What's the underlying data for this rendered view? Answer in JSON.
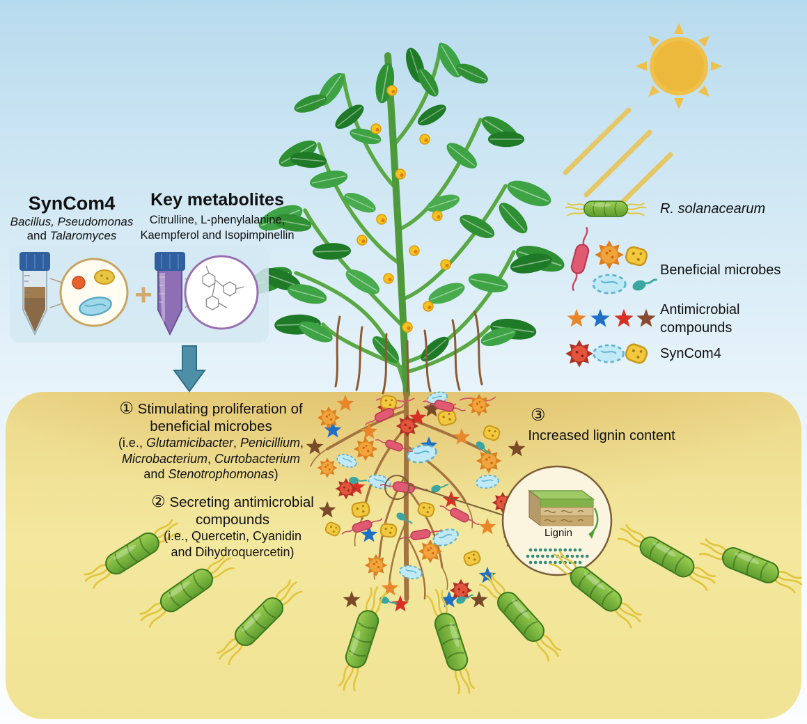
{
  "left_panel": {
    "syncom_title": "SynCom4",
    "syncom_line1": "Bacillus, Pseudomonas",
    "syncom_line2_pre": "and ",
    "syncom_line2_italic": "Talaromyces",
    "metabolites_title": "Key metabolites",
    "metabolites_line1": "Citrulline, L-phenylalanine,",
    "metabolites_line2": "Kaempferol and Isopimpinellin",
    "plus_sign": "+"
  },
  "legend": {
    "r_solanacearum": "R. solanacearum",
    "beneficial": "Beneficial microbes",
    "antimicrobial_line1": "Antimicrobial",
    "antimicrobial_line2": "compounds",
    "syncom4": "SynCom4"
  },
  "soil_annotations": {
    "point1": {
      "num": "①",
      "line1": "Stimulating proliferation of",
      "line2": "beneficial microbes",
      "l3_pre": "(i.e., ",
      "l3_i1": "Glutamicibacter",
      "l3_sep": ", ",
      "l3_i2": "Penicillium",
      "l3_end": ",",
      "l4_i1": "Microbacterium",
      "l4_sep": ", ",
      "l4_i2": "Curtobacterium",
      "l5_pre": "and ",
      "l5_i1": "Stenotrophomonas",
      "l5_end": ")"
    },
    "point2": {
      "num": "②",
      "line1": "Secreting antimicrobial",
      "line2": "compounds",
      "line3": "(i.e., Quercetin, Cyanidin",
      "line4": "and Dihydroquercetin)"
    },
    "point3": {
      "num": "③",
      "title": "Increased lignin content",
      "lignin_label": "Lignin"
    }
  },
  "colors": {
    "soil_dark": "#c98f2e",
    "soil_light": "#f3e89e",
    "pathogen_green": "#6fae35",
    "flagella_yellow": "#e2c53e",
    "arrow_teal": "#4d8fa6"
  }
}
